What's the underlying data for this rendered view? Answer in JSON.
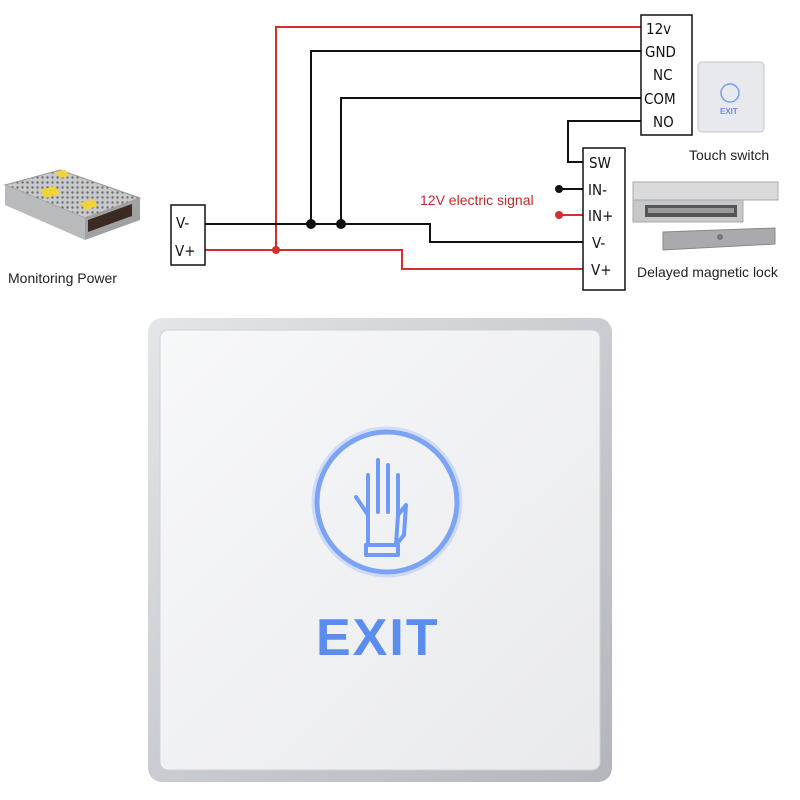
{
  "diagram": {
    "touch_switch_terminals": [
      "12v",
      "GND",
      "NC",
      "COM",
      "NO"
    ],
    "lock_terminals": [
      "SW",
      "IN-",
      "IN+",
      "V-",
      "V+"
    ],
    "power_terminals": [
      "V-",
      "V+"
    ],
    "signal_label": "12V electric signal",
    "captions": {
      "power": "Monitoring Power",
      "touch_switch": "Touch switch",
      "lock": "Delayed magnetic lock"
    },
    "thumbnail_exit": "EXIT"
  },
  "product": {
    "label": "EXIT",
    "icon": "hand-icon"
  },
  "colors": {
    "wire_red": "#d32f2f",
    "wire_black": "#111111",
    "led_blue": "#5b8cf0"
  }
}
